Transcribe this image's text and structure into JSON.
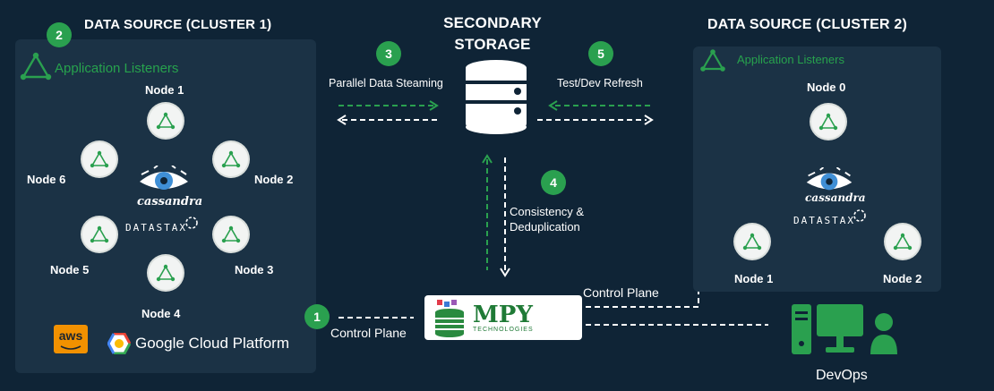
{
  "secondary_storage": {
    "title_line1": "SECONDARY",
    "title_line2": "STORAGE"
  },
  "cluster1": {
    "title": "DATA SOURCE (CLUSTER 1)",
    "listeners_label": "Application Listeners",
    "nodes": [
      "Node 1",
      "Node 2",
      "Node 3",
      "Node 4",
      "Node 5",
      "Node 6"
    ],
    "brand_cassandra": "cassandra",
    "brand_datastax": "DATASTAX",
    "aws_label": "aws",
    "gcp_label": "Google Cloud Platform"
  },
  "cluster2": {
    "title": "DATA SOURCE (CLUSTER 2)",
    "listeners_label": "Application Listeners",
    "nodes": [
      "Node 0",
      "Node 1",
      "Node 2"
    ],
    "brand_cassandra": "cassandra",
    "brand_datastax": "DATASTAX"
  },
  "steps": {
    "s1": {
      "number": "1",
      "label": "Control Plane"
    },
    "s2": {
      "number": "2"
    },
    "s3": {
      "number": "3",
      "label": "Parallel Data Steaming"
    },
    "s4": {
      "number": "4",
      "label_line1": "Consistency &",
      "label_line2": "Deduplication"
    },
    "s5": {
      "number": "5",
      "label": "Test/Dev Refresh"
    }
  },
  "mpy": {
    "name": "MPY",
    "sub": "TECHNOLOGIES"
  },
  "control_plane_right": "Control Plane",
  "devops_label": "DevOps",
  "colors": {
    "background": "#0f2436",
    "panel": "#1b3245",
    "accent_green": "#2aa04f",
    "node_fill": "#f2f4f3"
  }
}
